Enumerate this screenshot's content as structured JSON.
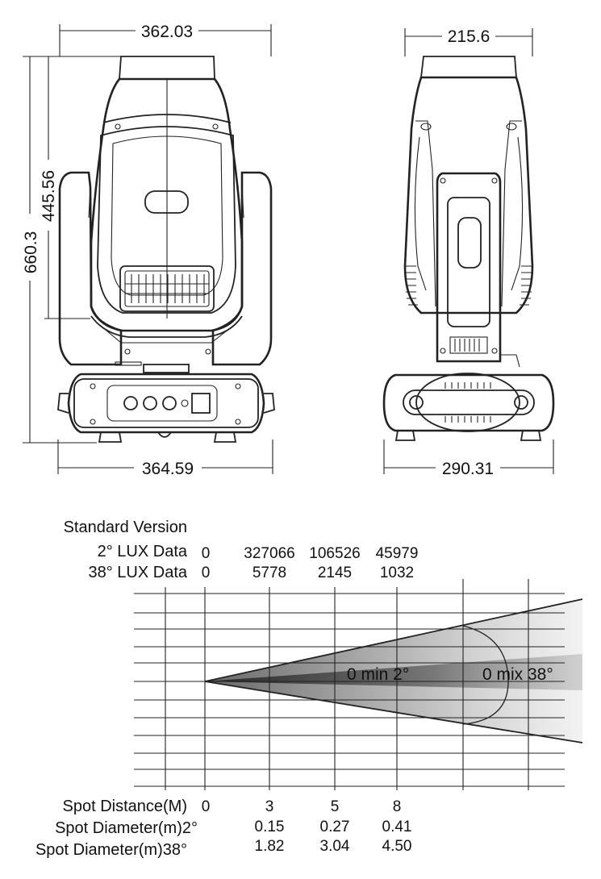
{
  "dimensions": {
    "front_width_top": "362.03",
    "front_body_height": "445.56",
    "front_total_height": "660.3",
    "front_width_bottom": "364.59",
    "side_width_top": "215.6",
    "side_width_bottom": "290.31"
  },
  "lux_table": {
    "version_label": "Standard Version",
    "row_2deg_label": "2° LUX Data",
    "row_38deg_label": "38° LUX Data",
    "lux_2deg": [
      "0",
      "327066",
      "106526",
      "45979"
    ],
    "lux_38deg": [
      "0",
      "5778",
      "2145",
      "1032"
    ]
  },
  "beam": {
    "inner_label": "0 min 2°",
    "outer_label": "0 mix 38°"
  },
  "distance_table": {
    "distance_label": "Spot Distance(M)",
    "diam_2deg_label": "Spot Diameter(m)2°",
    "diam_38deg_label": "Spot Diameter(m)38°",
    "distances": [
      "0",
      "3",
      "5",
      "8"
    ],
    "diam_2deg": [
      "0.15",
      "0.27",
      "0.41"
    ],
    "diam_38deg": [
      "1.82",
      "3.04",
      "4.50"
    ]
  }
}
